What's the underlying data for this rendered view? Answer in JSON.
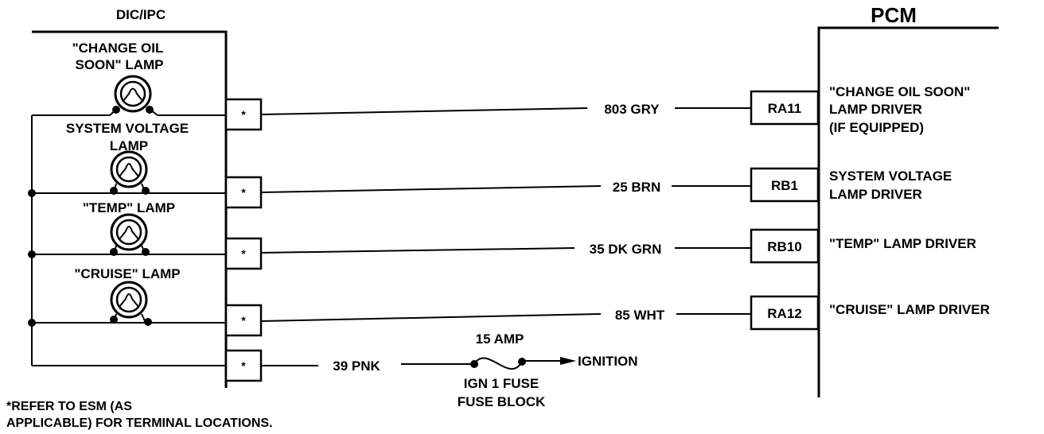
{
  "dic_label": "DIC/IPC",
  "pcm_label": "PCM",
  "terminal_mark": "*",
  "lamps": [
    {
      "label_lines": [
        "\"CHANGE OIL",
        "SOON\" LAMP"
      ]
    },
    {
      "label_lines": [
        "SYSTEM VOLTAGE",
        "LAMP"
      ]
    },
    {
      "label_lines": [
        "\"TEMP\" LAMP"
      ]
    },
    {
      "label_lines": [
        "\"CRUISE\" LAMP"
      ]
    }
  ],
  "circuits": [
    {
      "wire": "803 GRY",
      "terminal": "RA11",
      "driver_lines": [
        "\"CHANGE OIL SOON\"",
        "LAMP DRIVER",
        "(IF EQUIPPED)"
      ]
    },
    {
      "wire": "25 BRN",
      "terminal": "RB1",
      "driver_lines": [
        "SYSTEM VOLTAGE",
        "LAMP DRIVER"
      ]
    },
    {
      "wire": "35 DK GRN",
      "terminal": "RB10",
      "driver_lines": [
        "\"TEMP\" LAMP DRIVER"
      ]
    },
    {
      "wire": "85 WHT",
      "terminal": "RA12",
      "driver_lines": [
        "\"CRUISE\" LAMP DRIVER"
      ]
    }
  ],
  "power": {
    "wire": "39 PNK",
    "fuse_rating": "15 AMP",
    "fuse_name": "IGN 1 FUSE",
    "fuse_location": "FUSE BLOCK",
    "source": "IGNITION"
  },
  "footnote_lines": [
    "*REFER TO ESM (AS",
    "APPLICABLE) FOR TERMINAL LOCATIONS."
  ]
}
